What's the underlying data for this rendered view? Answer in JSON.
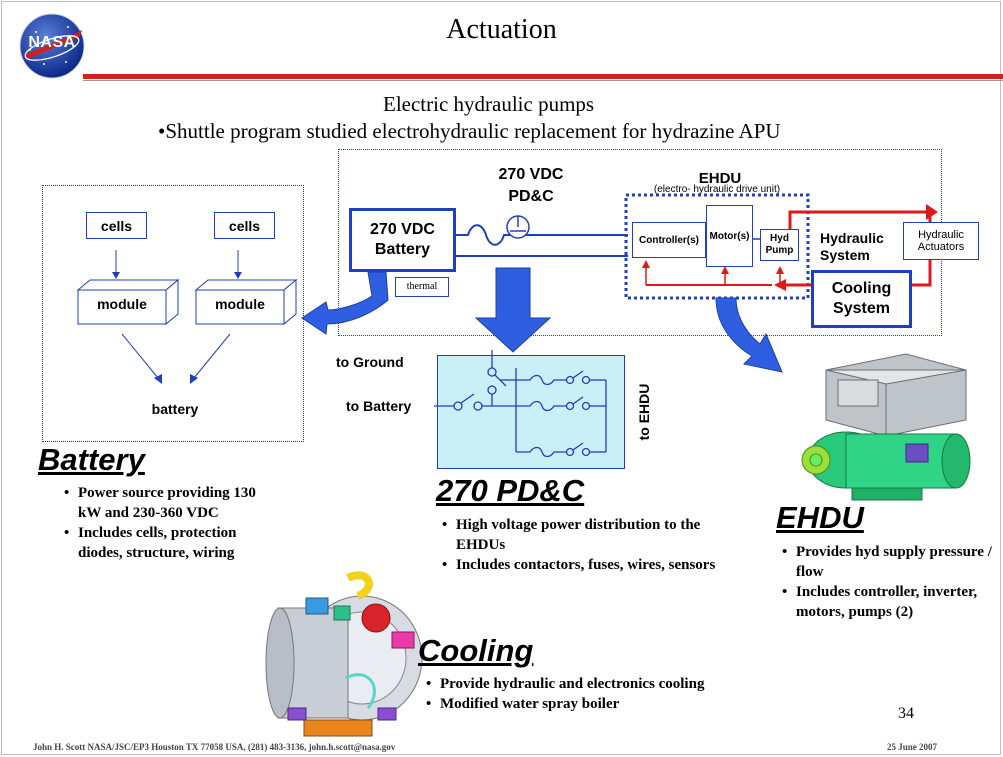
{
  "slide": {
    "title": "Actuation",
    "logo_text": "NASA",
    "subtitle_line1": "Electric hydraulic pumps",
    "subtitle_line2": "•Shuttle program studied electrohydraulic replacement for hydrazine APU",
    "page_number": "34",
    "footer_left": "John H. Scott  NASA/JSC/EP3 Houston TX   77058 USA, (281) 483-3136, john.h.scott@nasa.gov",
    "footer_right": "25 June 2007"
  },
  "diagram": {
    "battery_block": {
      "cells_left": "cells",
      "cells_right": "cells",
      "module_left": "module",
      "module_right": "module",
      "battery": "battery"
    },
    "battery_270": "270 VDC Battery",
    "thermal": "thermal",
    "pdc_label_line1": "270 VDC",
    "pdc_label_line2": "PD&C",
    "ehdu_title": "EHDU",
    "ehdu_subtitle": "(electro- hydraulic drive unit)",
    "controller": "Controller(s)",
    "motor": "Motor(s)",
    "hyd_pump": "Hyd Pump",
    "hydraulic_system": "Hydraulic System",
    "hydraulic_actuators": "Hydraulic Actuators",
    "cooling_system": "Cooling System",
    "to_ground": "to Ground",
    "to_battery": "to Battery",
    "to_ehdu": "to EHDU"
  },
  "sections": {
    "battery": {
      "heading": "Battery",
      "bullets": [
        "Power source providing 130 kW and 230-360 VDC",
        "Includes cells, protection diodes, structure, wiring"
      ]
    },
    "pdc": {
      "heading": "270 PD&C",
      "bullets": [
        "High voltage power distribution to the EHDUs",
        "Includes contactors, fuses, wires, sensors"
      ]
    },
    "ehdu": {
      "heading": "EHDU",
      "bullets": [
        "Provides hyd supply pressure / flow",
        "Includes controller, inverter, motors, pumps (2)"
      ]
    },
    "cooling": {
      "heading": "Cooling",
      "bullets": [
        "Provide hydraulic and electronics cooling",
        "Modified water spray boiler"
      ]
    }
  },
  "colors": {
    "accent_red": "#d21f1f",
    "line_blue": "#1f3fbf",
    "arrow_blue": "#2f5fe0",
    "pdc_fill": "#c8f0f6"
  }
}
